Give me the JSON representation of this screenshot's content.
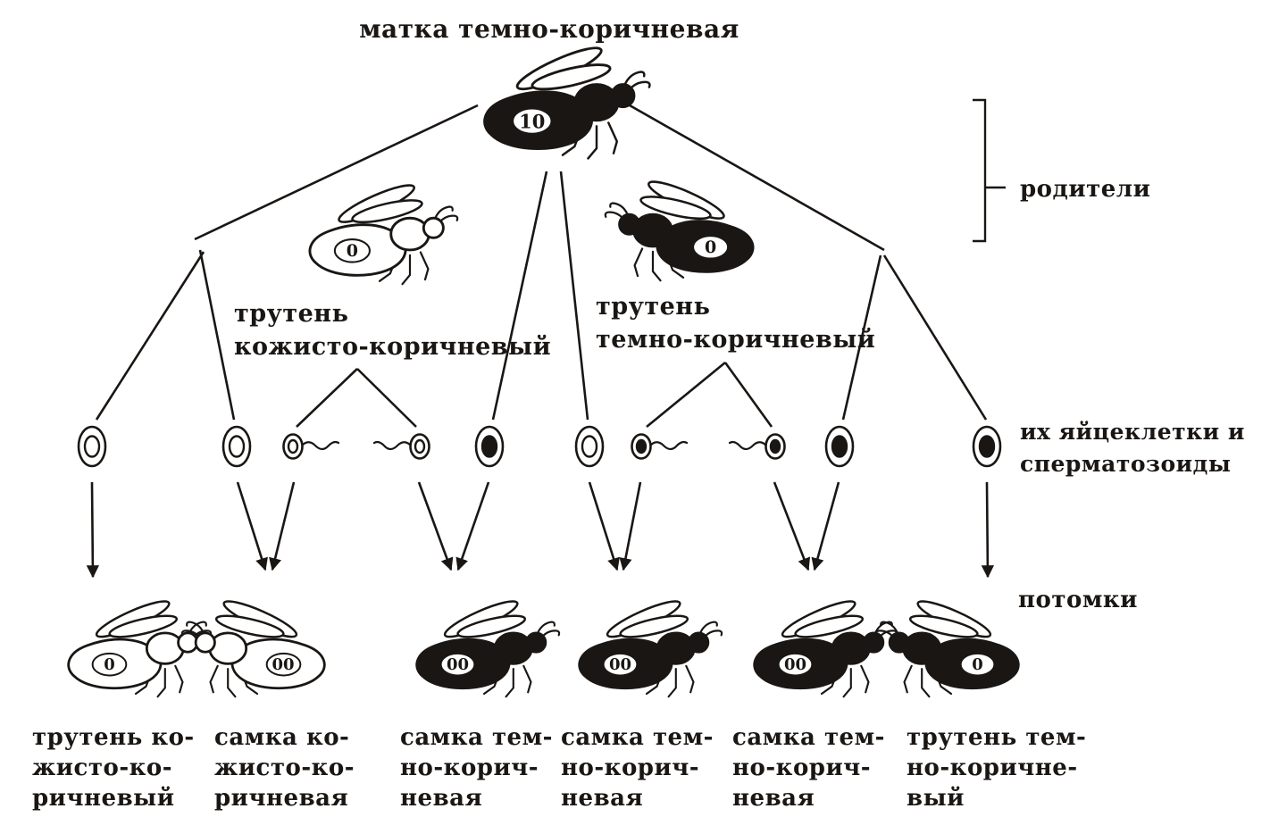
{
  "labels": {
    "parents": "родители",
    "gametes_line1": "их яйцеклетки и",
    "gametes_line2": "сперматозоиды",
    "offspring": "потомки"
  },
  "queen": {
    "label": "матка темно-коричневая",
    "color": "dark",
    "chromosome_marks": "10"
  },
  "drone_light": {
    "label_lines": [
      "трутень",
      "кожисто-коричневый"
    ],
    "color": "light",
    "chromosome_marks": "0"
  },
  "drone_dark": {
    "label_lines": [
      "трутень",
      "темно-коричневый"
    ],
    "color": "dark",
    "chromosome_marks": "0"
  },
  "offspring": [
    {
      "label_lines": [
        "трутень ко-",
        "жисто-ко-",
        "ричневый"
      ],
      "color": "light",
      "chromosome_marks": "0"
    },
    {
      "label_lines": [
        "самка ко-",
        "жисто-ко-",
        "ричневая"
      ],
      "color": "light",
      "chromosome_marks": "00"
    },
    {
      "label_lines": [
        "самка тем-",
        "но-корич-",
        "невая"
      ],
      "color": "dark",
      "chromosome_marks": "00"
    },
    {
      "label_lines": [
        "самка тем-",
        "но-корич-",
        "невая"
      ],
      "color": "dark",
      "chromosome_marks": "00"
    },
    {
      "label_lines": [
        "самка тем-",
        "но-корич-",
        "невая"
      ],
      "color": "dark",
      "chromosome_marks": "00"
    },
    {
      "label_lines": [
        "трутень тем-",
        "но-коричне-",
        "вый"
      ],
      "color": "dark",
      "chromosome_marks": "0"
    }
  ],
  "cells": [
    {
      "type": "egg",
      "allele": "light"
    },
    {
      "type": "egg",
      "allele": "light"
    },
    {
      "type": "sperm",
      "allele": "light",
      "tail": "right"
    },
    {
      "type": "sperm",
      "allele": "light",
      "tail": "left"
    },
    {
      "type": "egg",
      "allele": "dark"
    },
    {
      "type": "egg",
      "allele": "light"
    },
    {
      "type": "sperm",
      "allele": "dark",
      "tail": "right"
    },
    {
      "type": "sperm",
      "allele": "dark",
      "tail": "left"
    },
    {
      "type": "egg",
      "allele": "dark"
    },
    {
      "type": "egg",
      "allele": "dark"
    }
  ],
  "colors": {
    "ink": "#1a1613",
    "paper": "#ffffff"
  }
}
